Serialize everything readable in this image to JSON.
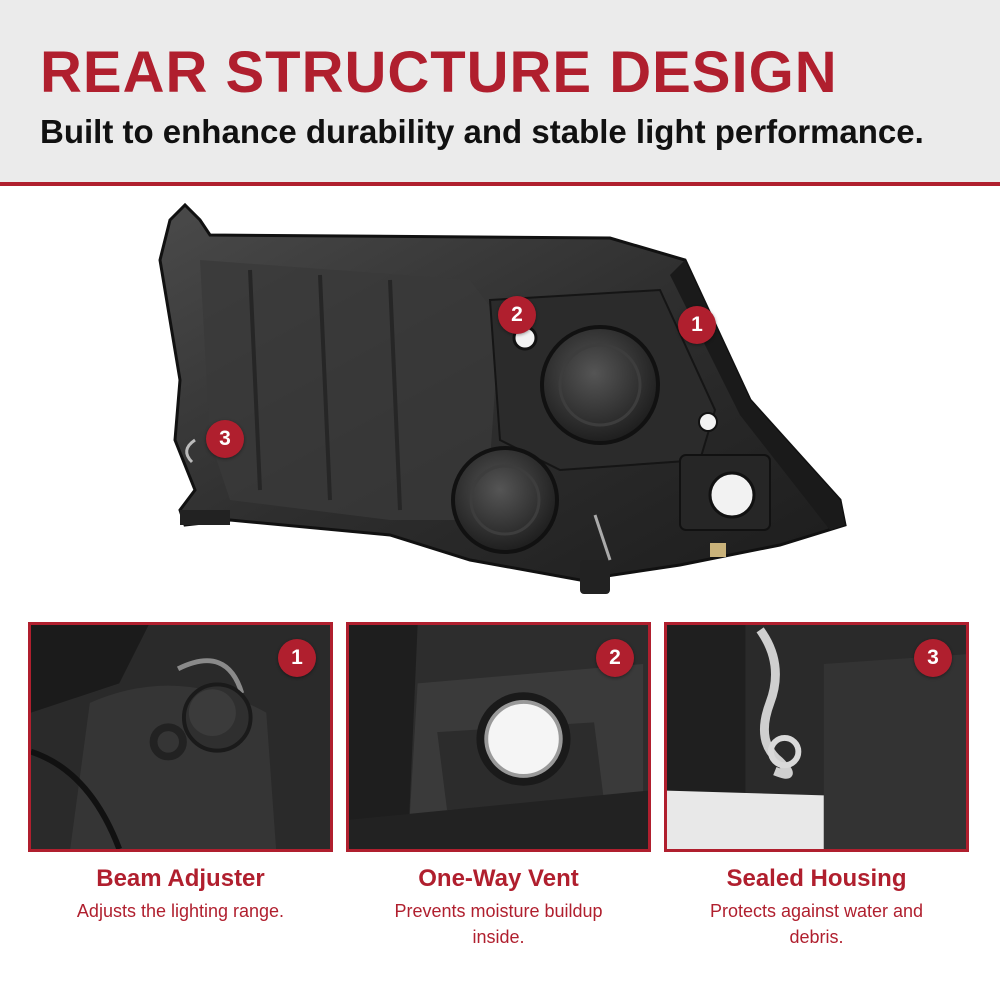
{
  "header": {
    "title": "REAR STRUCTURE DESIGN",
    "subtitle": "Built to enhance durability and stable light performance."
  },
  "hero": {
    "callouts": [
      "2",
      "1",
      "3"
    ]
  },
  "features": [
    {
      "number": "1",
      "title": "Beam Adjuster",
      "description": "Adjusts the lighting range."
    },
    {
      "number": "2",
      "title": "One-Way Vent",
      "description": "Prevents moisture buildup inside."
    },
    {
      "number": "3",
      "title": "Sealed Housing",
      "description": "Protects against water and debris."
    }
  ],
  "colors": {
    "accent": "#b01f2e",
    "header_bg": "#ebebeb",
    "text_dark": "#111111"
  }
}
